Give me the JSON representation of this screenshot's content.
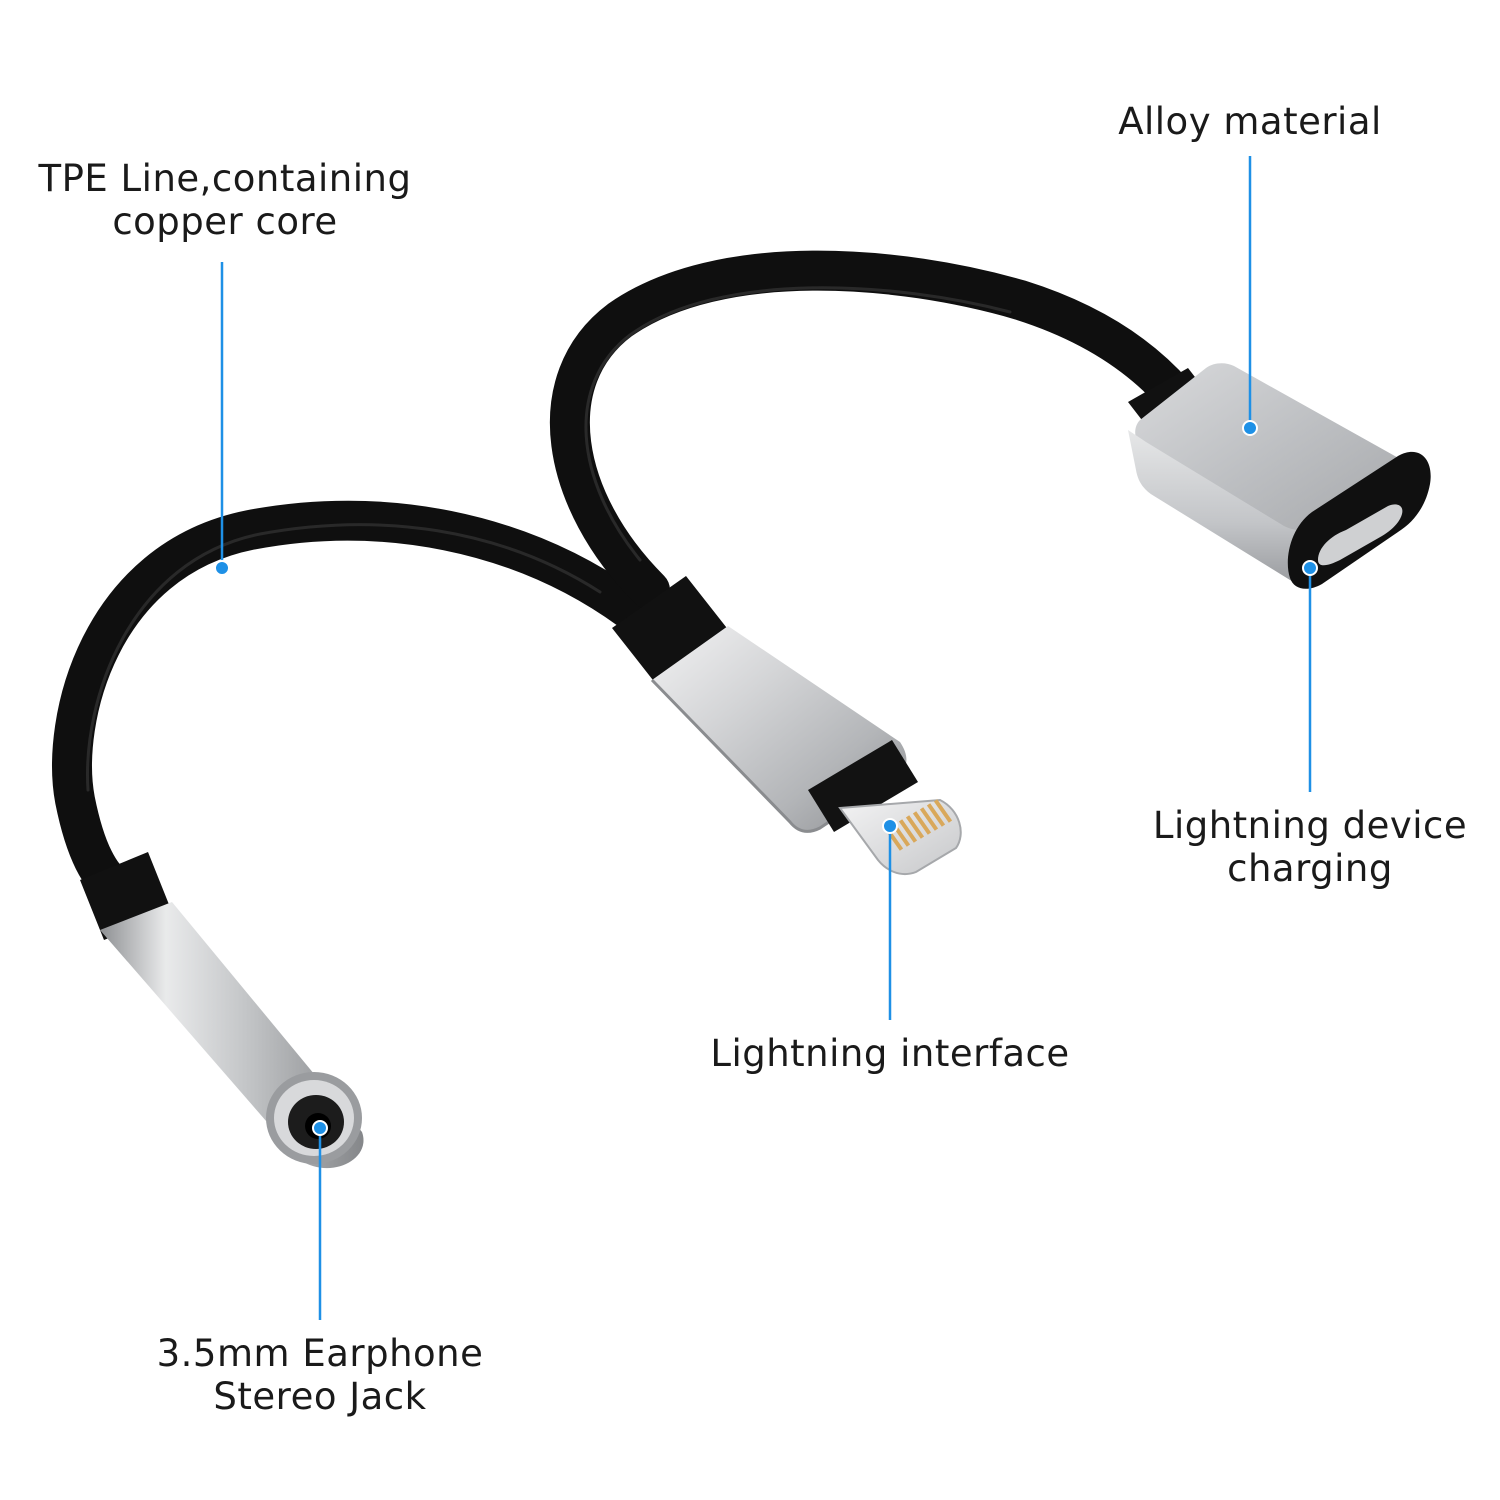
{
  "colors": {
    "accent": "#1e90e6",
    "cable": "#121212",
    "aluminum": "#c9cacc",
    "aluminum_shadow": "#8f9194",
    "text": "#1a1a1a",
    "background": "#ffffff",
    "gold_pins": "#d9a85b"
  },
  "callouts": {
    "tpe": {
      "line1": "TPE Line,containing",
      "line2": "copper core"
    },
    "alloy": {
      "line1": "Alloy material"
    },
    "lightning_device_charging": {
      "line1": "Lightning device",
      "line2": "charging"
    },
    "lightning_interface": {
      "line1": "Lightning interface"
    },
    "jack": {
      "line1": "3.5mm Earphone",
      "line2": "Stereo Jack"
    }
  }
}
